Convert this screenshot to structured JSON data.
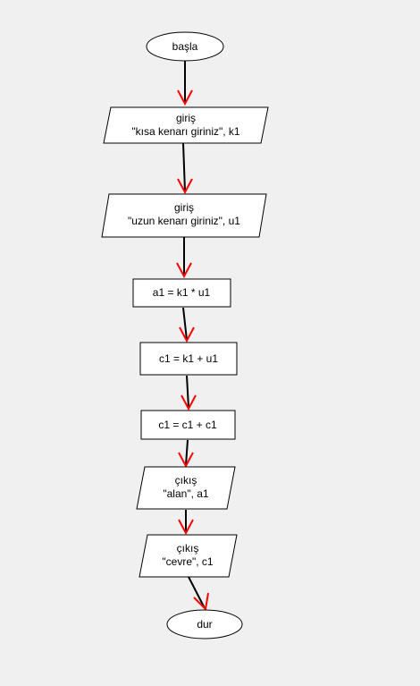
{
  "diagram": {
    "start": {
      "label": "başla"
    },
    "input_short": {
      "line1": "giriş",
      "line2": "\"kısa kenarı giriniz\", k1"
    },
    "input_long": {
      "line1": "giriş",
      "line2": "\"uzun kenarı giriniz\", u1"
    },
    "assign_area": {
      "label": "a1 = k1 * u1"
    },
    "assign_perimeter": {
      "label": "c1 = k1 + u1"
    },
    "double_perimeter": {
      "label": "c1 = c1 + c1"
    },
    "output_area": {
      "line1": "çıkış",
      "line2": "\"alan\", a1"
    },
    "output_perimeter": {
      "line1": "çıkış",
      "line2": "\"cevre\", c1"
    },
    "end": {
      "label": "dur"
    }
  },
  "colors": {
    "arrowhead": "#ff0000",
    "line": "#000000",
    "shape_fill": "#ffffff",
    "shape_stroke": "#000000",
    "background": "#f0f0f0"
  }
}
